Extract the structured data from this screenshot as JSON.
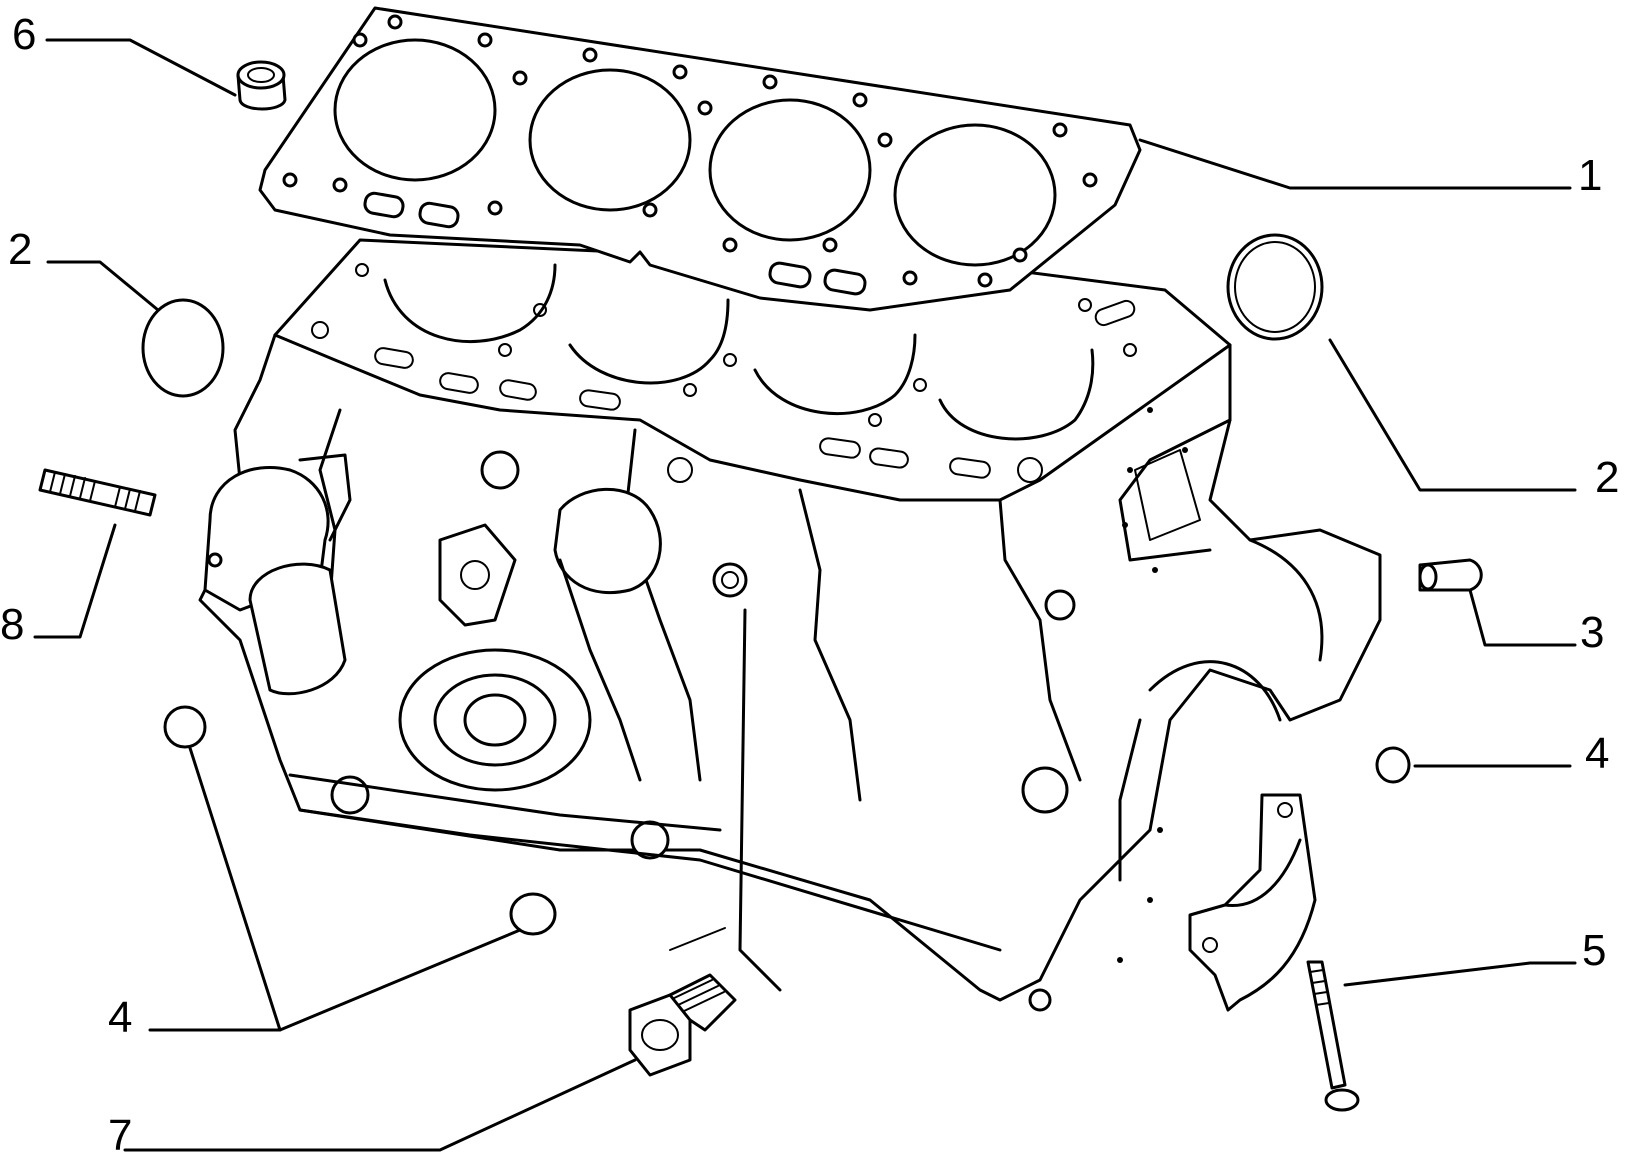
{
  "callouts": {
    "c1": "1",
    "c2a": "2",
    "c2b": "2",
    "c3": "3",
    "c4a": "4",
    "c4b": "4",
    "c5": "5",
    "c6": "6",
    "c7": "7",
    "c8": "8"
  }
}
